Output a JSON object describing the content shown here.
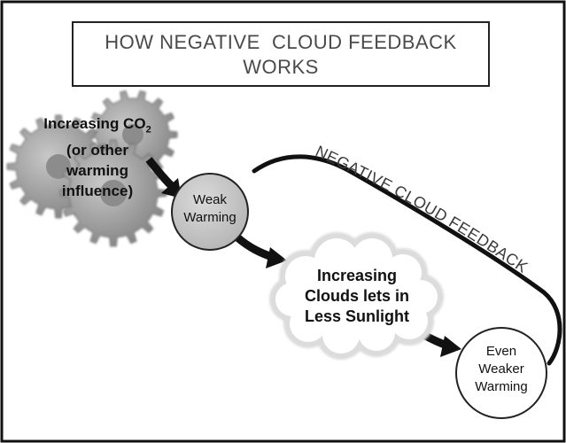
{
  "title": {
    "line1": "HOW NEGATIVE  CLOUD FEEDBACK",
    "line2": "WORKS"
  },
  "gears": {
    "icon": "gears-icon",
    "label": {
      "line1": "Increasing CO",
      "subscript": "2",
      "line2": "(or other",
      "line3": "warming",
      "line4": "influence)"
    }
  },
  "weak_warming": {
    "line1": "Weak",
    "line2": "Warming"
  },
  "clouds": {
    "icon": "cloud-icon",
    "line1": "Increasing",
    "line2": "Clouds lets in",
    "line3": "Less Sunlight"
  },
  "even_weaker": {
    "line1": "Even",
    "line2": "Weaker",
    "line3": "Warming"
  },
  "feedback_label": "NEGATIVE CLOUD FEEDBACK",
  "colors": {
    "frame": "#111111",
    "gear_fill": "#9a9a9a",
    "circle_fill": "#c4c4c4",
    "arrow": "#111111"
  }
}
